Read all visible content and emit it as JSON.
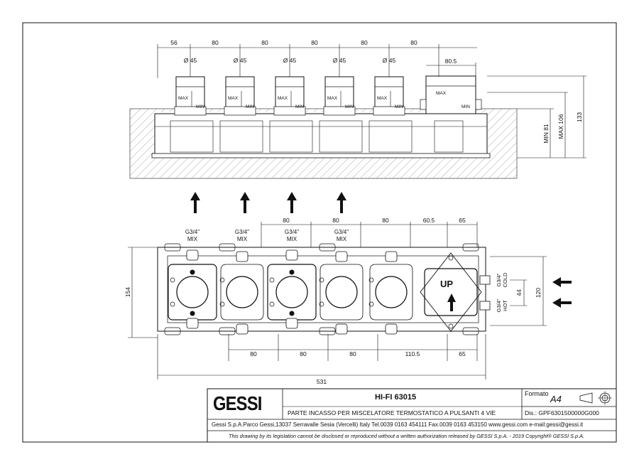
{
  "drawing": {
    "top_dims": [
      "56",
      "80",
      "80",
      "80",
      "80",
      "80"
    ],
    "top_last_dim": "80.5",
    "diameters": [
      "Ø 45",
      "Ø 45",
      "Ø 45",
      "Ø 45",
      "Ø 45"
    ],
    "max_label": "MAX",
    "min_label": "MIN",
    "side_dims": {
      "min": "MIN 81",
      "max": "MAX 106",
      "total": "133"
    },
    "mid_dims": [
      "80",
      "80",
      "80",
      "60.5",
      "65"
    ],
    "ports": [
      {
        "thread": "G3/4\"",
        "label": "MIX"
      },
      {
        "thread": "G3/4\"",
        "label": "MIX"
      },
      {
        "thread": "G3/4\"",
        "label": "MIX"
      },
      {
        "thread": "G3/4\"",
        "label": "MIX"
      }
    ],
    "side_ports": [
      {
        "thread": "G3/4\"",
        "label": "COLD"
      },
      {
        "thread": "G3/4\"",
        "label": "HOT"
      }
    ],
    "height_left": "154",
    "height_right": "120",
    "port_spacing": "44",
    "up_label": "UP",
    "bottom_dims": [
      "80",
      "80",
      "80",
      "110.5",
      "65"
    ],
    "overall_width": "531"
  },
  "title_block": {
    "logo": "GESSI",
    "model": "HI-FI 63015",
    "format_label": "Formato",
    "format_value": "A4",
    "description": "PARTE INCASSO PER MISCELATORE TERMOSTATICO A PULSANTI 4 VIE",
    "dis": "Dis.: GPF6301500000G000",
    "company": "Gessi S.p.A.Parco Gessi,13037 Serravalle Sesia (Vercelli) Italy Tel.0039 0163 454111 Fax.0039 0163 453150 www.gessi.com e-mail:gessi@gessi.it",
    "copyright": "This drawing by its legislation cannot be disclosed or reproduced without a written authorization released by GESSI S.p.A. - 2019 Copyright® GESSI S.p.A."
  }
}
